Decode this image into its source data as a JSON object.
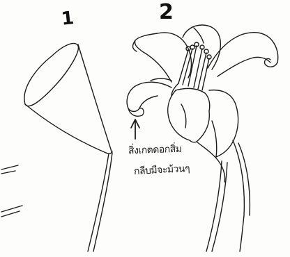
{
  "figures": {
    "left_label": "1",
    "right_label": "2"
  },
  "annotation": {
    "line1": "สิ่งเกตดอกสิ่ม",
    "line2": "กลีบมีจะม้วนๆ"
  }
}
